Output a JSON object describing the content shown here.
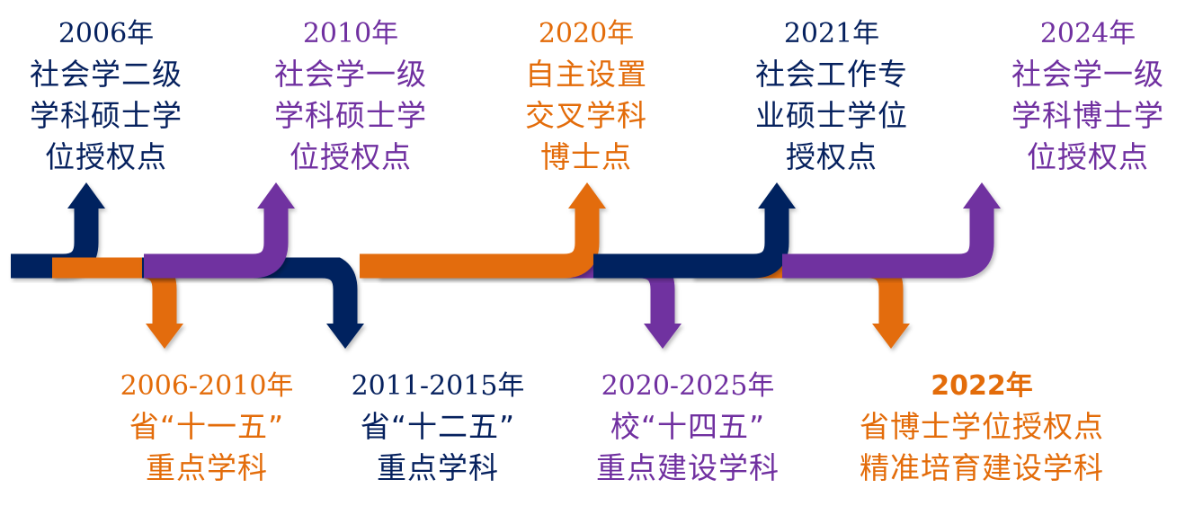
{
  "colors": {
    "navy": "#06215e",
    "purple": "#7030a0",
    "orange": "#e36c0a"
  },
  "top_milestones": [
    {
      "year": "2006年",
      "lines": [
        "社会学二级",
        "学科硕士学",
        "位授权点"
      ],
      "color": "navy"
    },
    {
      "year": "2010年",
      "lines": [
        "社会学一级",
        "学科硕士学",
        "位授权点"
      ],
      "color": "purple"
    },
    {
      "year": "2020年",
      "lines": [
        "自主设置",
        "交叉学科",
        "博士点"
      ],
      "color": "orange"
    },
    {
      "year": "2021年",
      "lines": [
        "社会工作专",
        "业硕士学位",
        "授权点"
      ],
      "color": "navy"
    },
    {
      "year": "2024年",
      "lines": [
        "社会学一级",
        "学科博士学",
        "位授权点"
      ],
      "color": "purple"
    }
  ],
  "bottom_milestones": [
    {
      "year": "2006-2010年",
      "lines": [
        "省“十一五”",
        "重点学科"
      ],
      "color": "orange"
    },
    {
      "year": "2011-2015年",
      "lines": [
        "省“十二五”",
        "重点学科"
      ],
      "color": "navy"
    },
    {
      "year": "2020-2025年",
      "lines": [
        "校“十四五”",
        "重点建设学科"
      ],
      "color": "purple"
    },
    {
      "year": "2022年",
      "lines": [
        "省博士学位授权点",
        "精准培育建设学科"
      ],
      "color": "orange",
      "bold_year": true
    }
  ]
}
